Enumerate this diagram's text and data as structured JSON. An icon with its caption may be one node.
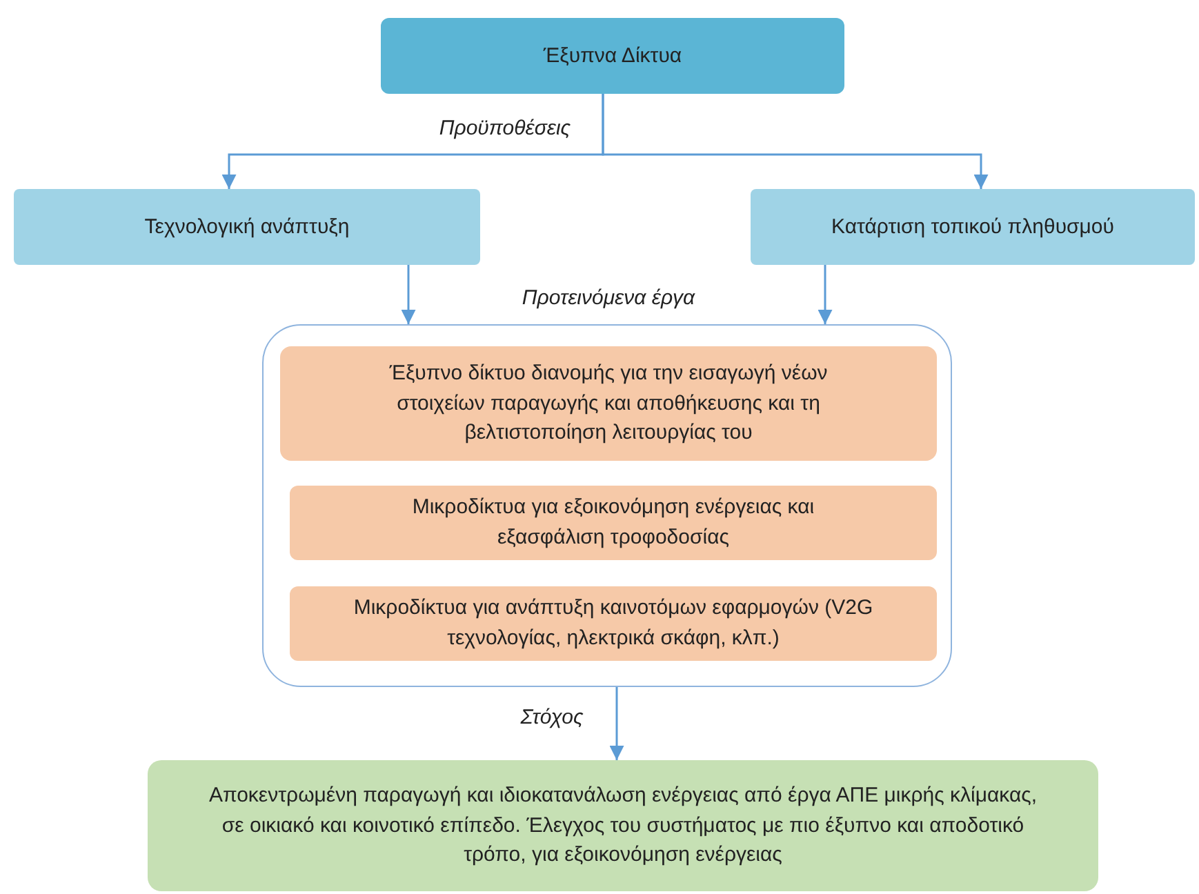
{
  "diagram": {
    "nodes": [
      {
        "text": [
          "Έξυπνα Δίκτυα"
        ]
      },
      {
        "text": [
          "Τεχνολογική ανάπτυξη"
        ]
      },
      {
        "text": [
          "Κατάρτιση τοπικού πληθυσμού"
        ]
      },
      {
        "text": [],
        "shape": "box"
      },
      {
        "text": [
          "Έξυπνο δίκτυο διανομής για την εισαγωγή νέων στοιχείων παραγωγής και αποθήκευσης και τη βελτιστοποίηση λειτουργίας του"
        ],
        "in": 3
      },
      {
        "text": [
          "Μικροδίκτυα για εξοικονόμηση ενέργειας και εξασφάλιση τροφοδοσίας"
        ],
        "in": 3
      },
      {
        "text": [
          "Μικροδίκτυα για ανάπτυξη καινοτόμων εφαρμογών (V2G τεχνολογίας, ηλεκτρικά σκάφη, κλπ.)"
        ],
        "in": 3
      },
      {
        "text": [
          "Αποκεντρωμένη παραγωγή και ιδιοκατανάλωση ενέργειας από έργα ΑΠΕ μικρής κλίμακας, σε οικιακό και κοινοτικό επίπεδο. Έλεγχος του συστήματος με πιο έξυπνο και αποδοτικό τρόπο, για εξοικονόμηση ενέργειας"
        ]
      }
    ],
    "edges": [
      {
        "from": 0,
        "to": 1,
        "arrow": "to",
        "label": "Προϋποθέσεις"
      },
      {
        "from": 0,
        "to": 2,
        "arrow": "to"
      },
      {
        "from": 1,
        "to": 3,
        "arrow": "to"
      },
      {
        "from": 2,
        "to": 3,
        "arrow": "to"
      },
      {
        "from": 3,
        "to": 7,
        "arrow": "to",
        "label": "Στόχος"
      }
    ],
    "labels": [
      "Προτεινόμενα έργα"
    ]
  }
}
